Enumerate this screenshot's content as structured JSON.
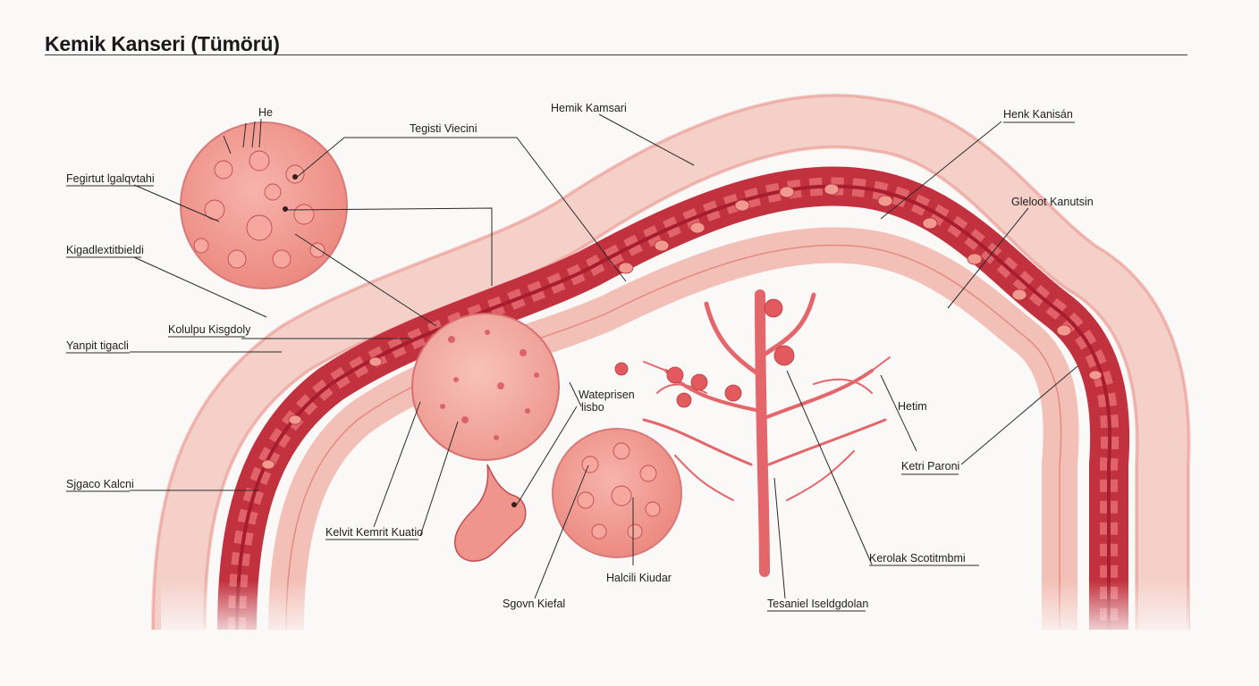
{
  "title": "Kemik Kanseri (Tümörü)",
  "labels": {
    "he": "He",
    "fegirtut": "Fegirtut lgalqvtahi",
    "kigadlex": "Kigadlextitbieldi",
    "yanpit": "Yanpit tigacli",
    "sigaco": "Sjgaco Kalcni",
    "tegisti": "Tegisti Viecini",
    "kolulpu": "Kolulpu Kisgdoly",
    "kelvit": "Kelvit Kemrit Kuatio",
    "hemik_top": "Hemik Kamsari",
    "henk": "Henk Kanisán",
    "glelost": "Gleloot Kanutsin",
    "waterprisen": "Wateprisen",
    "lisbo": "lisbo",
    "hetim": "Hetim",
    "ketri": "Ketri Paroni",
    "halcili": "Halcili Kiudar",
    "sgovn": "Sgovn Kiefal",
    "keroslak": "Kerolak Scotitmbmi",
    "tesaniel": "Tesaniel Iseldgdolan"
  },
  "colors": {
    "outer": "#f3c4bc",
    "mid": "#ea9c94",
    "marrow": "#c2313e",
    "deep": "#a81d2d",
    "cell": "#f0958b",
    "vessel": "#e4666a"
  }
}
